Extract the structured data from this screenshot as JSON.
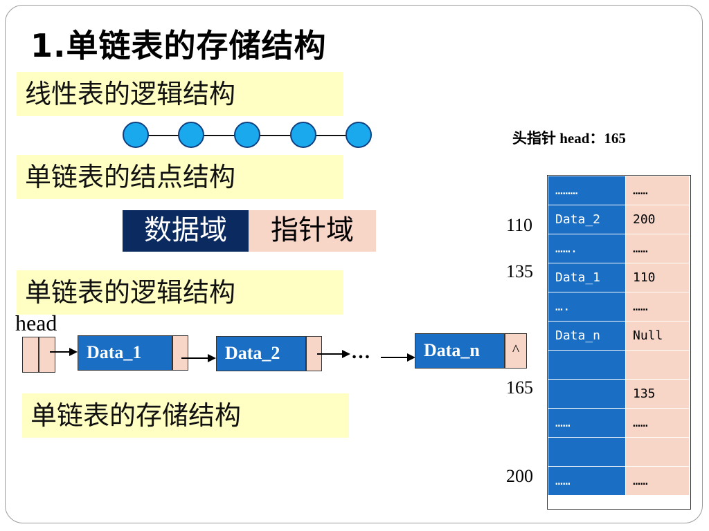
{
  "title": "1.单链表的存储结构",
  "sections": {
    "logical_linear": "线性表的逻辑结构",
    "node_structure": "单链表的结点结构",
    "list_logical": "单链表的逻辑结构",
    "list_storage": "单链表的存储结构"
  },
  "node_fields": {
    "data": "数据域",
    "pointer": "指针域"
  },
  "head_label": "head",
  "chain": {
    "nodes": [
      "Data_1",
      "Data_2",
      "Data_n"
    ],
    "ellipsis": "…",
    "terminator": "^"
  },
  "head_pointer_caption": "头指针 head：165",
  "addresses": [
    "110",
    "135",
    "165",
    "200"
  ],
  "memory": [
    {
      "data": "………",
      "next": "……"
    },
    {
      "data": "Data_2",
      "next": "200"
    },
    {
      "data": "…….",
      "next": "……"
    },
    {
      "data": "Data_1",
      "next": "110"
    },
    {
      "data": "….",
      "next": "……"
    },
    {
      "data": "Data_n",
      "next": "Null"
    },
    {
      "data": "",
      "next": ""
    },
    {
      "data": "",
      "next": "135"
    },
    {
      "data": "……",
      "next": "……"
    },
    {
      "data": "",
      "next": ""
    },
    {
      "data": "……",
      "next": "……"
    }
  ],
  "colors": {
    "node_blue": "#1a6fc4",
    "pointer_pink": "#f7d6c8",
    "label_yellow": "#ffffc4",
    "field_navy": "#0a2a60",
    "circle_blue": "#19a9ec"
  }
}
